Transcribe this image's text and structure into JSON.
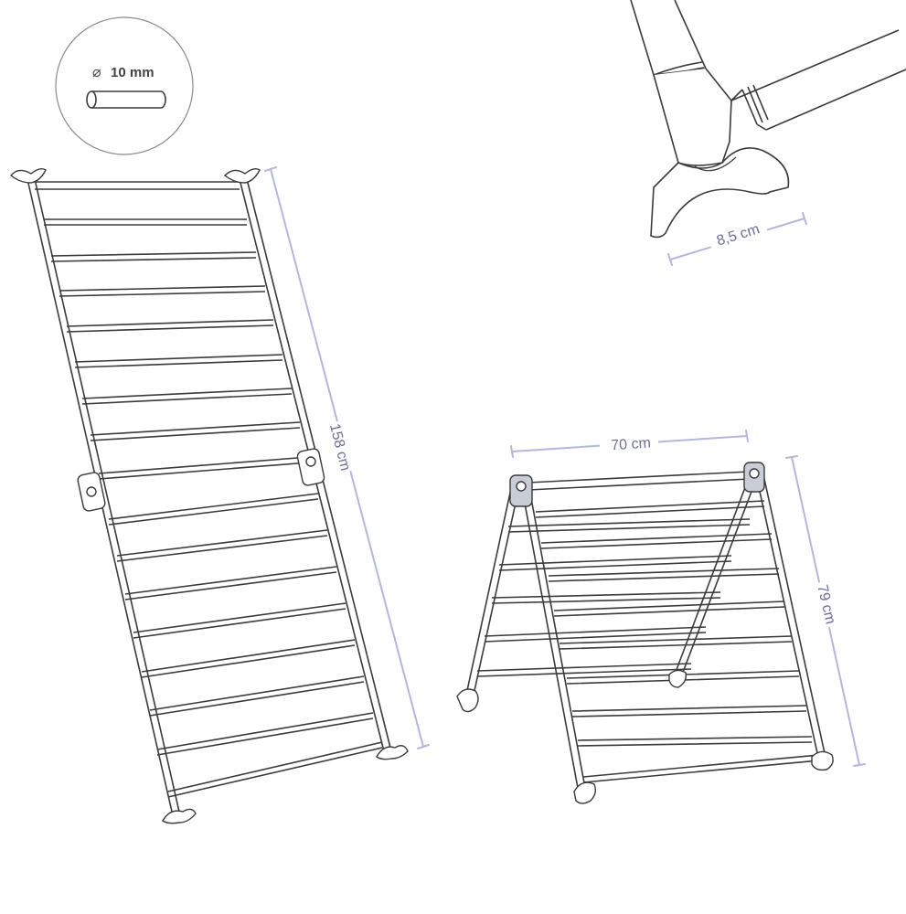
{
  "labels": {
    "rod_diameter": "10 mm",
    "diameter_symbol": "⌀",
    "foot_width": "8,5 cm",
    "unfolded_length": "158 cm",
    "width": "70 cm",
    "height": "79 cm"
  },
  "colors": {
    "dimension_line": "#b4b6dc",
    "dimension_text": "#6c6f9a",
    "line_art": "#3a3a3a",
    "joint_fill": "#c9cdd6"
  },
  "icons": {
    "rod": "rod-cross-section-icon",
    "foot": "rack-foot-icon"
  }
}
